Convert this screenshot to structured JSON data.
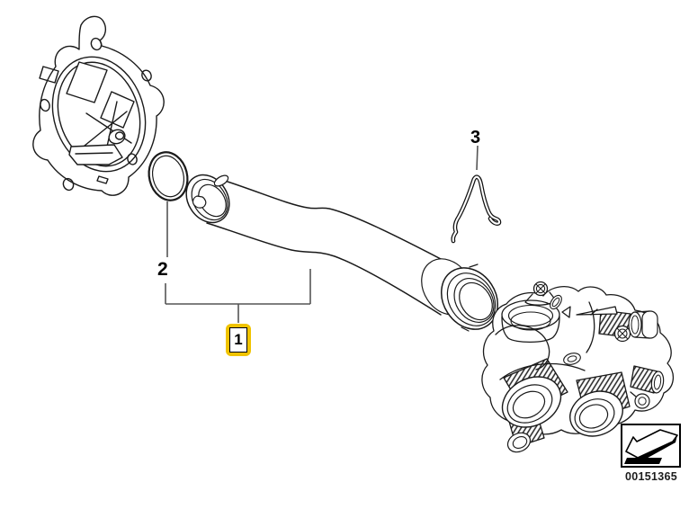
{
  "callouts": {
    "item1": {
      "label": "1",
      "highlighted": true
    },
    "item2": {
      "label": "2",
      "highlighted": false
    },
    "item3": {
      "label": "3",
      "highlighted": false
    }
  },
  "footer": {
    "part_number": "00151365"
  },
  "colors": {
    "background": "#ffffff",
    "line": "#1a1a1a",
    "leader": "#555555",
    "highlight_box": "#f0c300",
    "text": "#000000"
  },
  "icons": {
    "direction_arrow": "direction-arrow-icon"
  },
  "parts": [
    {
      "name": "water-pump-drawing"
    },
    {
      "name": "o-ring-drawing",
      "callout": "2"
    },
    {
      "name": "coolant-pipe-drawing",
      "callout": "1"
    },
    {
      "name": "retaining-clip-drawing",
      "callout": "3"
    },
    {
      "name": "thermostat-housing-drawing"
    }
  ]
}
